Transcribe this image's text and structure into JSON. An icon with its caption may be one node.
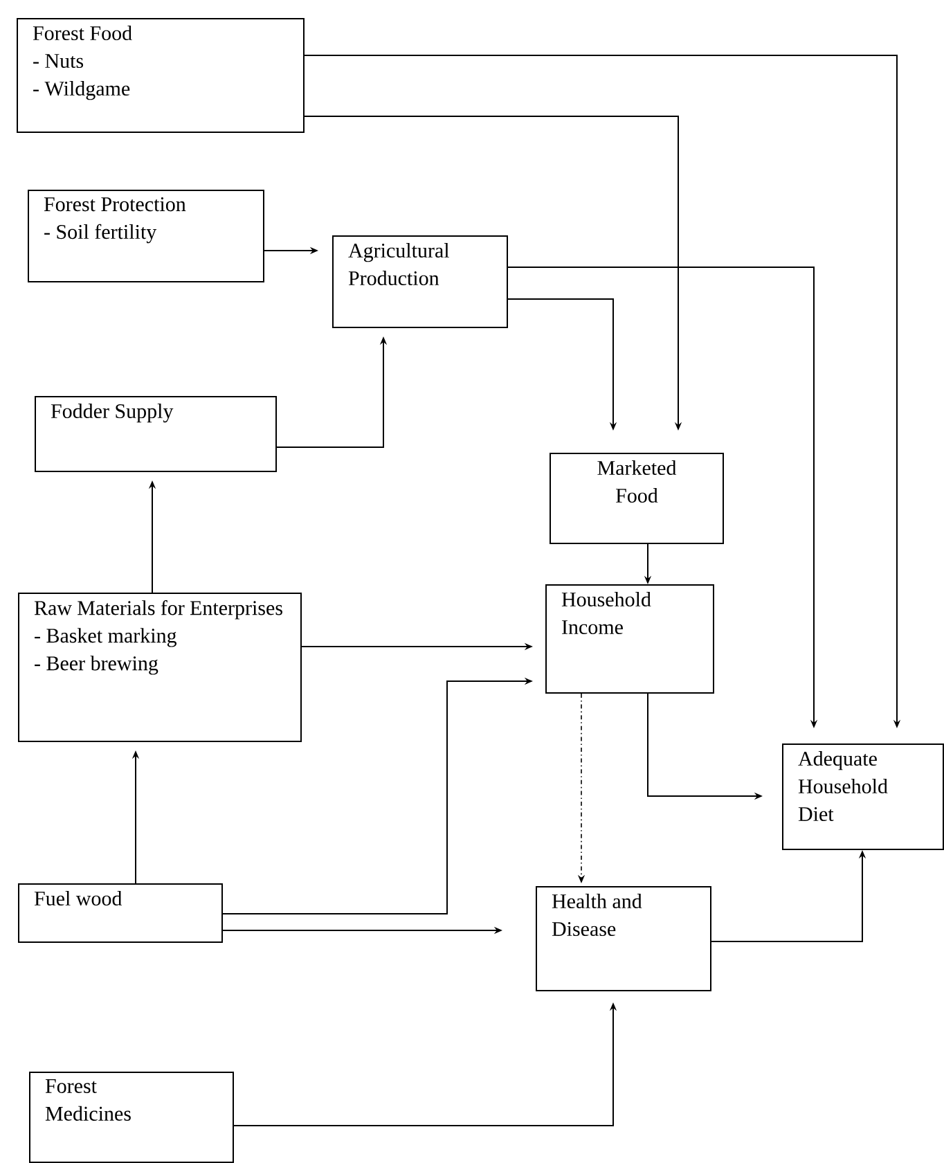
{
  "diagram": {
    "nodes": [
      {
        "text": [
          "Forest Food",
          "- Nuts",
          "- Wildgame"
        ]
      },
      {
        "text": [
          "Forest Protection",
          "- Soil fertility"
        ]
      },
      {
        "text": [
          "Agricultural Production"
        ]
      },
      {
        "text": [
          "Fodder Supply"
        ]
      },
      {
        "text": [
          "Marketed Food"
        ]
      },
      {
        "text": [
          "Raw Materials for Enterprises",
          "- Basket marking",
          "- Beer brewing"
        ]
      },
      {
        "text": [
          "Household Income"
        ]
      },
      {
        "text": [
          "Adequate Household Diet"
        ]
      },
      {
        "text": [
          "Fuel wood"
        ]
      },
      {
        "text": [
          "Health and Disease"
        ]
      },
      {
        "text": [
          "Forest Medicines"
        ]
      }
    ],
    "edges": [
      {
        "from": 0,
        "to": 7,
        "arrow": "to"
      },
      {
        "from": 0,
        "to": 4,
        "arrow": "to"
      },
      {
        "from": 1,
        "to": 2,
        "arrow": "to"
      },
      {
        "from": 2,
        "to": 7,
        "arrow": "to"
      },
      {
        "from": 2,
        "to": 4,
        "arrow": "to"
      },
      {
        "from": 3,
        "to": 2,
        "arrow": "to"
      },
      {
        "from": 5,
        "to": 3,
        "arrow": "to"
      },
      {
        "from": 4,
        "to": 6,
        "arrow": "to"
      },
      {
        "from": 5,
        "to": 6,
        "arrow": "to"
      },
      {
        "from": 8,
        "to": 6,
        "arrow": "to"
      },
      {
        "from": 8,
        "to": 9,
        "arrow": "to"
      },
      {
        "from": 8,
        "to": 5,
        "arrow": "to"
      },
      {
        "from": 6,
        "to": 9,
        "arrow": "to",
        "style": "dashed"
      },
      {
        "from": 6,
        "to": 7,
        "arrow": "to"
      },
      {
        "from": 9,
        "to": 7,
        "arrow": "to"
      },
      {
        "from": 10,
        "to": 9,
        "arrow": "to"
      }
    ]
  }
}
